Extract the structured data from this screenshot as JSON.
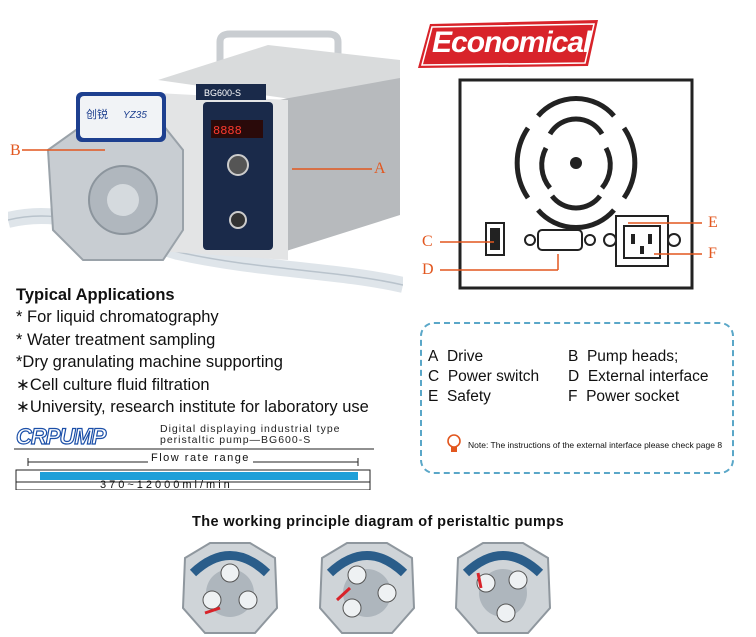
{
  "banner": {
    "text": "Economical"
  },
  "product": {
    "brand_cn": "创锐",
    "model": "YZ35",
    "display_model": "BG600-S",
    "callouts": {
      "a": "A",
      "b": "B",
      "c": "C",
      "d": "D",
      "e": "E",
      "f": "F"
    }
  },
  "applications": {
    "title": "Typical Applications",
    "items": [
      "* For liquid chromatography",
      "* Water treatment sampling",
      "*Dry granulating machine supporting",
      "∗Cell culture fluid filtration",
      "∗University, research institute for laboratory use"
    ]
  },
  "legend": {
    "items": [
      {
        "key": "A",
        "label": "Drive"
      },
      {
        "key": "B",
        "label": "Pump heads;"
      },
      {
        "key": "C",
        "label": "Power switch"
      },
      {
        "key": "D",
        "label": "External interface"
      },
      {
        "key": "E",
        "label": "Safety"
      },
      {
        "key": "F",
        "label": "Power socket"
      }
    ],
    "note": "Note: The instructions of the external interface please check page 8"
  },
  "spec": {
    "logo": "CRPUMP",
    "description_line1": "Digital displaying industrial type",
    "description_line2": "peristaltic pump—BG600-S",
    "flow_label": "Flow rate range",
    "flow_range": "370~12000ml/min"
  },
  "principle": {
    "title": "The working principle diagram of peristaltic pumps"
  },
  "colors": {
    "accent_orange": "#e2571f",
    "banner_red": "#d8232a",
    "flow_bar": "#1e9fd8",
    "legend_border": "#5aa7c8"
  }
}
